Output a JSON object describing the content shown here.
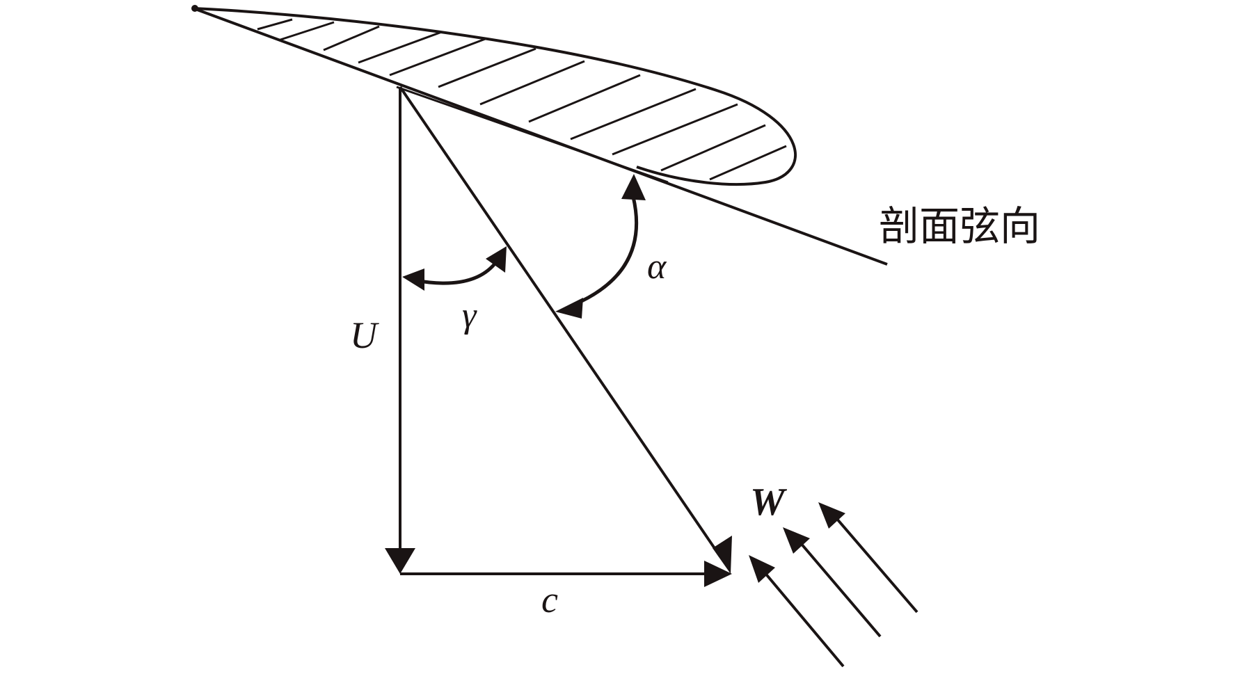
{
  "labels": {
    "chord_direction": "剖面弦向",
    "U": "U",
    "gamma": "γ",
    "alpha": "α",
    "W": "W",
    "c": "c"
  },
  "colors": {
    "ink": "#1a1414",
    "background": "#ffffff"
  }
}
